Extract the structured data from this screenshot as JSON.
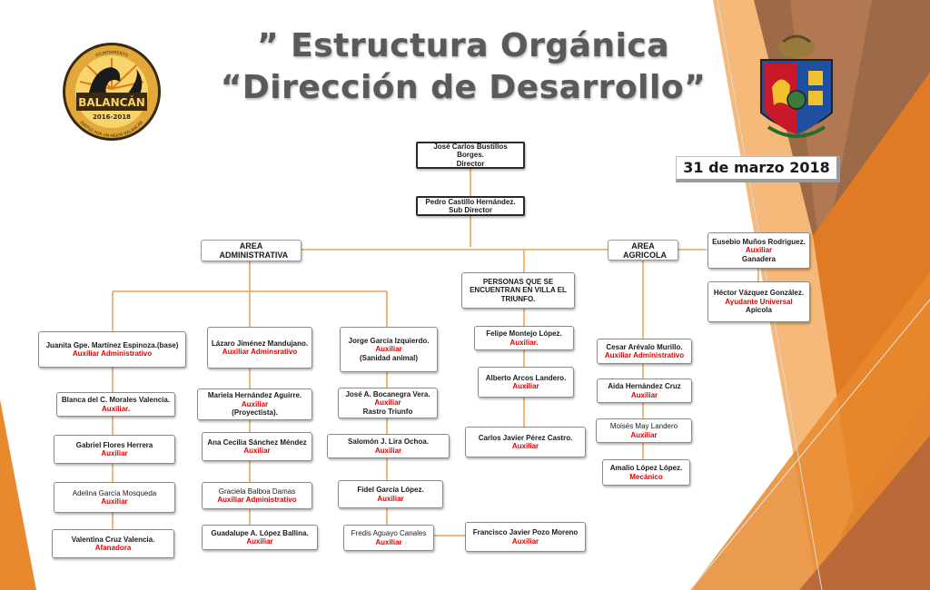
{
  "title": {
    "line1": "” Estructura Orgánica",
    "line2": "“Dirección de Desarrollo”"
  },
  "date": "31 de marzo 2018",
  "logos": {
    "left": {
      "text_top": "AYUNTAMIENTO",
      "name": "BALANCÁN",
      "years": "2016-2018",
      "motto": "JUNTOS POR UN MEJOR BALANCÁN"
    }
  },
  "colors": {
    "accent_orange": "#e8892e",
    "line": "#e8a050",
    "role_red": "#e00000",
    "title_gray": "#5a5a5a"
  },
  "org": {
    "director": {
      "name": "José Carlos Bustillos Borges.",
      "role": "Director"
    },
    "subdirector": {
      "name": "Pedro Castillo Hernández.",
      "role": "Sub Director"
    },
    "area_admin": "AREA ADMINISTRATIVA",
    "area_agricola": "AREA AGRICOLA",
    "personas_villa": "PERSONAS QUE SE ENCUENTRAN EN VILLA EL TRIUNFO.",
    "right_top": [
      {
        "name": "Eusebio Muños Rodriguez.",
        "role": "Auxiliar",
        "extra": "Ganadera"
      },
      {
        "name": "Héctor Vázquez González.",
        "role": "Ayudante Universal",
        "extra": "Apicola"
      }
    ],
    "col1": [
      {
        "name": "Juanita Gpe. Martínez Espinoza.(base)",
        "role": "Auxiliar Administrativo"
      },
      {
        "name": "Blanca del C. Morales Valencia.",
        "role": "Auxiliar."
      },
      {
        "name": "Gabriel Flores Herrera",
        "role": "Auxiliar"
      },
      {
        "name": "Adelina García Mosqueda",
        "role": "Auxiliar"
      },
      {
        "name": "Valentina Cruz Valencia.",
        "role": "Afanadora"
      }
    ],
    "col2": [
      {
        "name": "Lázaro Jiménez Mandujano.",
        "role": "Auxiliar Adminsrativo"
      },
      {
        "name": "Mariela Hernández Aguirre.",
        "role": "Auxiliar",
        "extra": "(Proyectista)."
      },
      {
        "name": "Ana Cecilia Sánchez Méndez",
        "role": "Auxiliar"
      },
      {
        "name": "Graciela Balboa Damas",
        "role": "Auxiliar Administrativo"
      },
      {
        "name": "Guadalupe A. López Ballina.",
        "role": "Auxiliar"
      }
    ],
    "col3": [
      {
        "name": "Jorge García Izquierdo.",
        "role": "Auxiliar",
        "extra": "(Sanidad animal)"
      },
      {
        "name": "José A. Bocanegra Vera.",
        "role": "Auxiliar",
        "extra": "Rastro Triunfo"
      },
      {
        "name": "Salomón J. Lira Ochoa.",
        "role": "Auxiliar"
      },
      {
        "name": "Fidel García López.",
        "role": "Auxiliar"
      },
      {
        "name": "Fredis Aguayo Canales",
        "role": "Auxiliar"
      }
    ],
    "col4": [
      {
        "name": "Felipe Montejo López.",
        "role": "Auxiliar."
      },
      {
        "name": "Alberto Arcos Landero.",
        "role": "Auxiliar"
      },
      {
        "name": "Carlos Javier Pérez Castro.",
        "role": "Auxiliar"
      },
      {
        "name": "Francisco Javier Pozo Moreno",
        "role": "Auxiliar"
      }
    ],
    "col5": [
      {
        "name": "Cesar Arévalo Murillo.",
        "role": "Auxiliar Administrativo"
      },
      {
        "name": "Aida Hernández Cruz",
        "role": "Auxiliar"
      },
      {
        "name": "Moisés May Landero",
        "role": "Auxiliar"
      },
      {
        "name": "Amalio López López.",
        "role": "Mecánico"
      }
    ]
  }
}
